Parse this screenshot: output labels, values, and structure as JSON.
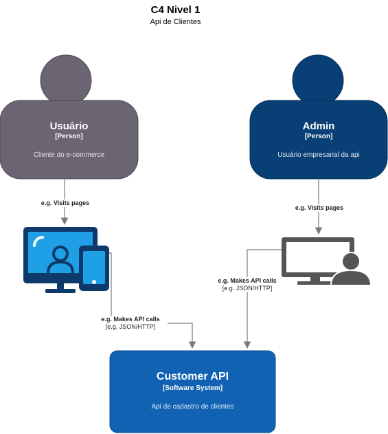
{
  "header": {
    "title": "C4 Nivel 1",
    "subtitle": "Api de Clientes"
  },
  "persons": {
    "usuario": {
      "name": "Usuário",
      "type": "[Person]",
      "description": "Cliente do e-commerce",
      "color": "#6b6472"
    },
    "admin": {
      "name": "Admin",
      "type": "[Person]",
      "description": "Usuário empresarial da api",
      "color": "#083f75"
    }
  },
  "system": {
    "name": "Customer API",
    "type": "[Software System]",
    "description": "Api de cadastro de clientes",
    "color": "#1162b2"
  },
  "edges": {
    "usuario_visits": {
      "label": "e.g. Visits pages"
    },
    "admin_visits": {
      "label": "e.g. Visits pages"
    },
    "usuario_api": {
      "label": "e.g. Makes API calls",
      "protocol": "[e.g. JSON/HTTP]"
    },
    "admin_api": {
      "label": "e.g. Makes API calls",
      "protocol": "[e.g. JSON/HTTP]"
    }
  },
  "icons": {
    "usuario_device": "computer-and-phone-user-icon",
    "admin_device": "desktop-monitor-user-icon"
  }
}
